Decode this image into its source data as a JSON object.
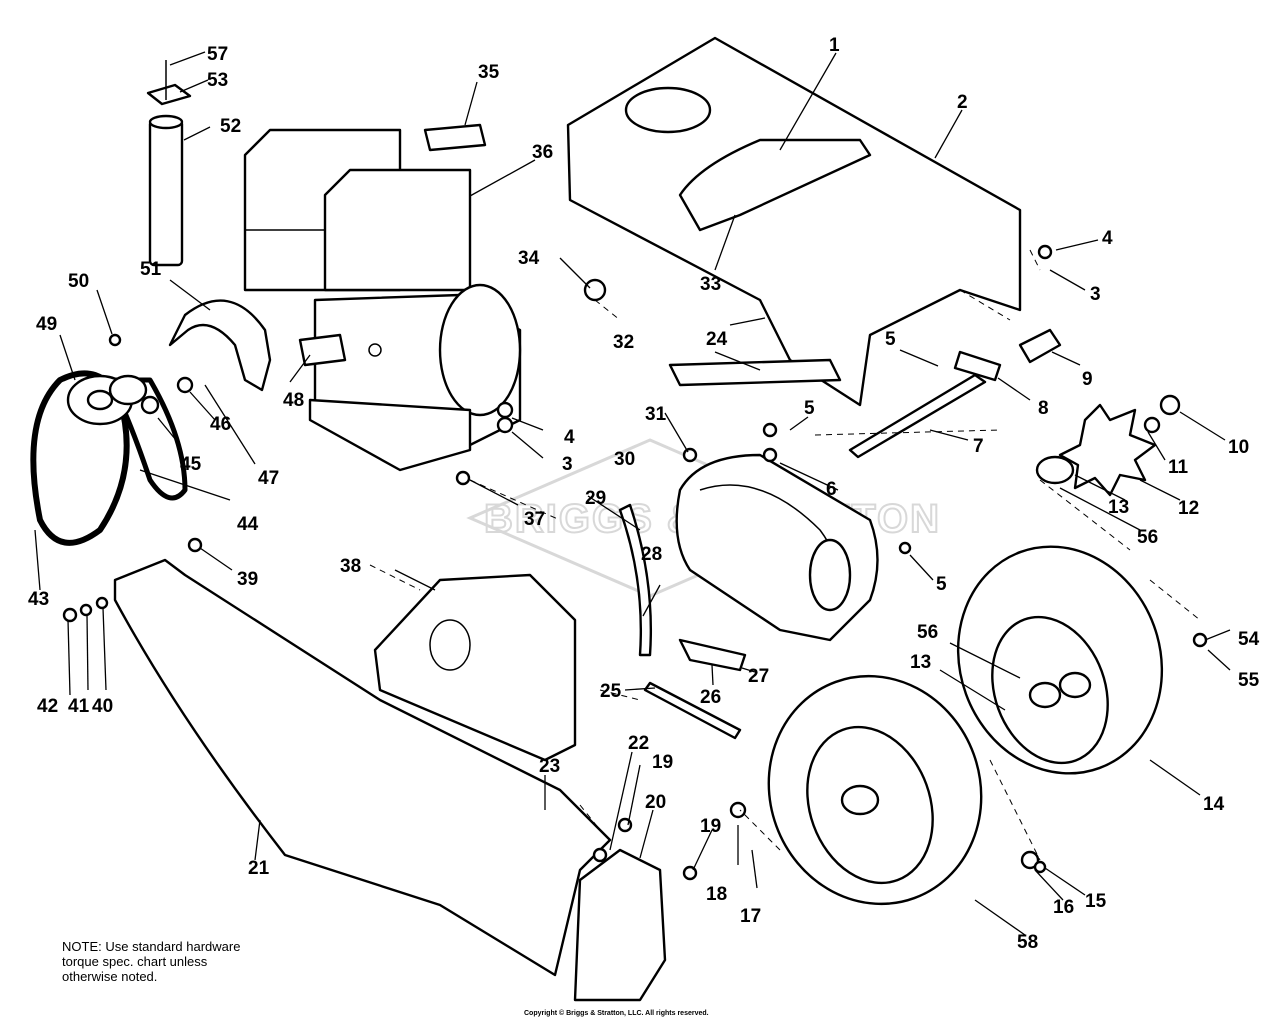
{
  "watermark": "BRIGGS & STRATTON",
  "note": "NOTE:  Use standard hardware\ntorque spec. chart unless\notherwise noted.",
  "copyright": "Copyright © Briggs & Stratton, LLC. All rights reserved.",
  "callouts": [
    {
      "id": "1",
      "text": "1"
    },
    {
      "id": "2",
      "text": "2"
    },
    {
      "id": "3a",
      "text": "3"
    },
    {
      "id": "3b",
      "text": "3"
    },
    {
      "id": "4a",
      "text": "4"
    },
    {
      "id": "4b",
      "text": "4"
    },
    {
      "id": "5a",
      "text": "5"
    },
    {
      "id": "5b",
      "text": "5"
    },
    {
      "id": "5c",
      "text": "5"
    },
    {
      "id": "6",
      "text": "6"
    },
    {
      "id": "7",
      "text": "7"
    },
    {
      "id": "8",
      "text": "8"
    },
    {
      "id": "9",
      "text": "9"
    },
    {
      "id": "10",
      "text": "10"
    },
    {
      "id": "11",
      "text": "11"
    },
    {
      "id": "12",
      "text": "12"
    },
    {
      "id": "13a",
      "text": "13"
    },
    {
      "id": "13b",
      "text": "13"
    },
    {
      "id": "14",
      "text": "14"
    },
    {
      "id": "15",
      "text": "15"
    },
    {
      "id": "16",
      "text": "16"
    },
    {
      "id": "17",
      "text": "17"
    },
    {
      "id": "18",
      "text": "18"
    },
    {
      "id": "19a",
      "text": "19"
    },
    {
      "id": "19b",
      "text": "19"
    },
    {
      "id": "20",
      "text": "20"
    },
    {
      "id": "21",
      "text": "21"
    },
    {
      "id": "22",
      "text": "22"
    },
    {
      "id": "23",
      "text": "23"
    },
    {
      "id": "24",
      "text": "24"
    },
    {
      "id": "25",
      "text": "25"
    },
    {
      "id": "26",
      "text": "26"
    },
    {
      "id": "27",
      "text": "27"
    },
    {
      "id": "28",
      "text": "28"
    },
    {
      "id": "29",
      "text": "29"
    },
    {
      "id": "30",
      "text": "30"
    },
    {
      "id": "31",
      "text": "31"
    },
    {
      "id": "32",
      "text": "32"
    },
    {
      "id": "33",
      "text": "33"
    },
    {
      "id": "34",
      "text": "34"
    },
    {
      "id": "35",
      "text": "35"
    },
    {
      "id": "36",
      "text": "36"
    },
    {
      "id": "37",
      "text": "37"
    },
    {
      "id": "38",
      "text": "38"
    },
    {
      "id": "39",
      "text": "39"
    },
    {
      "id": "40",
      "text": "40"
    },
    {
      "id": "41",
      "text": "41"
    },
    {
      "id": "42",
      "text": "42"
    },
    {
      "id": "43",
      "text": "43"
    },
    {
      "id": "44",
      "text": "44"
    },
    {
      "id": "45",
      "text": "45"
    },
    {
      "id": "46",
      "text": "46"
    },
    {
      "id": "47",
      "text": "47"
    },
    {
      "id": "48",
      "text": "48"
    },
    {
      "id": "49",
      "text": "49"
    },
    {
      "id": "50",
      "text": "50"
    },
    {
      "id": "51",
      "text": "51"
    },
    {
      "id": "52",
      "text": "52"
    },
    {
      "id": "53",
      "text": "53"
    },
    {
      "id": "54",
      "text": "54"
    },
    {
      "id": "55",
      "text": "55"
    },
    {
      "id": "56a",
      "text": "56"
    },
    {
      "id": "56b",
      "text": "56"
    },
    {
      "id": "57",
      "text": "57"
    },
    {
      "id": "58",
      "text": "58"
    }
  ]
}
